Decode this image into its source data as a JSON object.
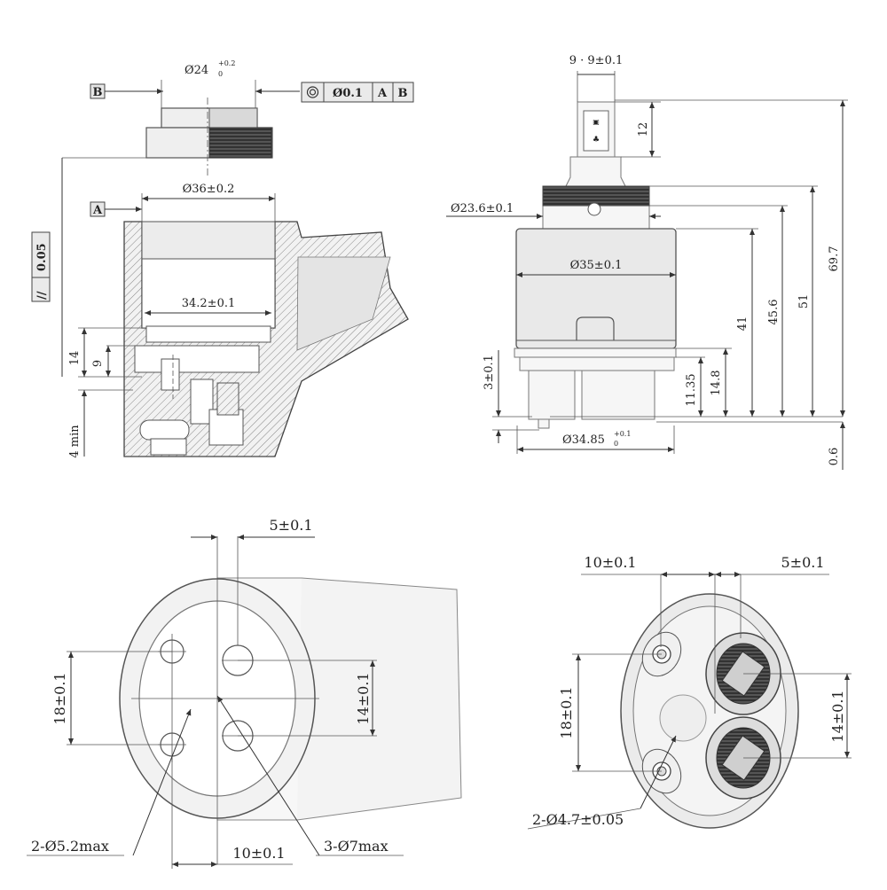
{
  "views": {
    "section": {
      "datum_b": "B",
      "datum_a": "A",
      "diameter_top": "Ø24",
      "diameter_top_tol_upper": "+0.2",
      "diameter_top_tol_lower": "0",
      "fcf_concentricity_symbol": "◎",
      "fcf_value": "Ø0.1",
      "fcf_ref_a": "A",
      "fcf_ref_b": "B",
      "diameter_bore": "Ø36±0.2",
      "diameter_inner": "34.2±0.1",
      "parallelism_symbol": "//",
      "parallelism_value": "0.05",
      "dim_14": "14",
      "dim_9": "9",
      "dim_4min": "4 min"
    },
    "cartridge": {
      "stem_width": "9 · 9±0.1",
      "stem_height": "12",
      "diameter_spline": "Ø23.6±0.1",
      "diameter_body": "Ø35±0.1",
      "diameter_base": "Ø34.85",
      "diameter_base_tol_upper": "+0.1",
      "diameter_base_tol_lower": "0",
      "dim_3": "3±0.1",
      "dim_11_35": "11.35",
      "dim_14_8": "14.8",
      "dim_41": "41",
      "dim_45_6": "45.6",
      "dim_51": "51",
      "dim_69_7": "69.7",
      "dim_0_6": "0.6"
    },
    "seat": {
      "dim_5": "5±0.1",
      "dim_18": "18±0.1",
      "dim_14": "14±0.1",
      "dim_10": "10±0.1",
      "holes_small": "2-Ø5.2max",
      "holes_large": "3-Ø7max"
    },
    "bottom": {
      "dim_10": "10±0.1",
      "dim_5": "5±0.1",
      "dim_18": "18±0.1",
      "dim_14": "14±0.1",
      "pins": "2-Ø4.7±0.05"
    }
  }
}
